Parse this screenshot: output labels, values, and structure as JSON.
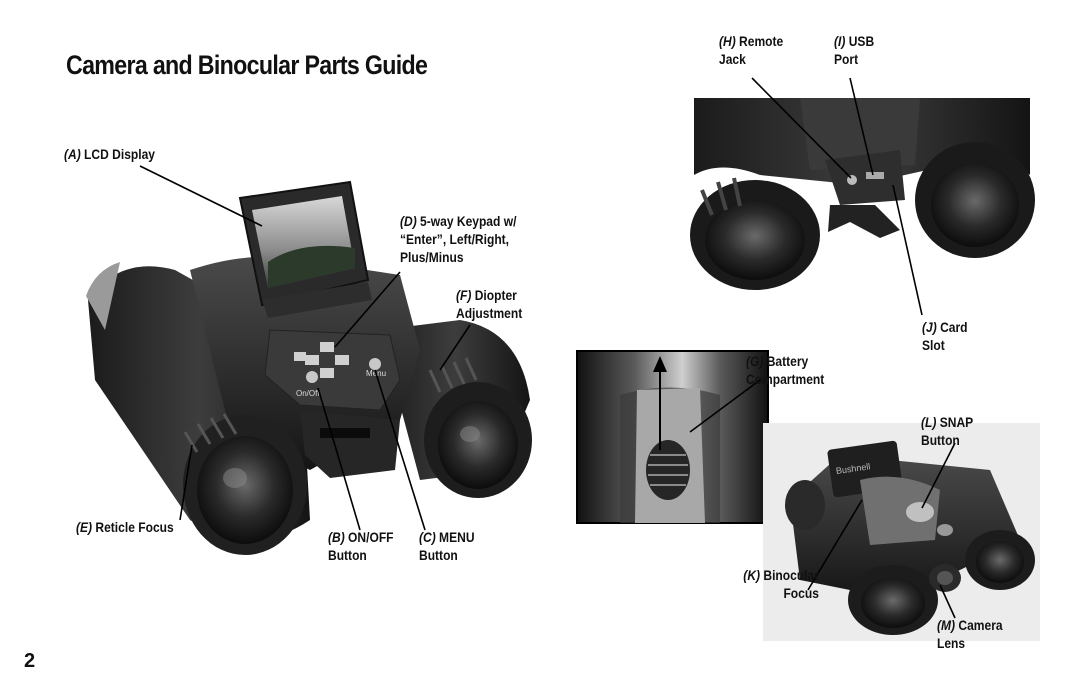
{
  "page": {
    "title": "Camera and Binocular Parts Guide",
    "page_number": "2"
  },
  "labels": {
    "a": {
      "key": "(A)",
      "line1": "LCD Display"
    },
    "b": {
      "key": "(B)",
      "line1": "ON/OFF",
      "line2": "Button"
    },
    "c": {
      "key": "(C)",
      "line1": "MENU",
      "line2": "Button"
    },
    "d": {
      "key": "(D)",
      "line1": "5-way Keypad w/",
      "line2": "“Enter”, Left/Right,",
      "line3": "Plus/Minus"
    },
    "e": {
      "key": "(E)",
      "line1": "Reticle Focus"
    },
    "f": {
      "key": "(F)",
      "line1": "Diopter",
      "line2": "Adjustment"
    },
    "g": {
      "key": "(G)",
      "line1": "Battery",
      "line2": "Compartment"
    },
    "h": {
      "key": "(H)",
      "line1": "Remote",
      "line2": "Jack"
    },
    "i": {
      "key": "(I)",
      "line1": "USB",
      "line2": "Port"
    },
    "j": {
      "key": "(J)",
      "line1": "Card",
      "line2": "Slot"
    },
    "k": {
      "key": "(K)",
      "line1": "Binocular",
      "line2": "Focus"
    },
    "l": {
      "key": "(L)",
      "line1": "SNAP",
      "line2": "Button"
    },
    "m": {
      "key": "(M)",
      "line1": "Camera",
      "line2": "Lens"
    }
  },
  "device_text": {
    "onoff": "On/Off",
    "menu": "Menu",
    "brand": "Bushnell"
  }
}
